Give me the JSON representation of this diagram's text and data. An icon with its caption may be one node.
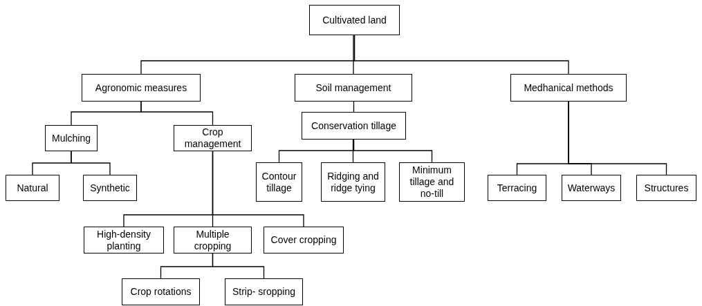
{
  "diagram": {
    "nodes": [
      {
        "text": [
          "Cultivated land"
        ]
      },
      {
        "text": [
          "Agronomic measures"
        ]
      },
      {
        "text": [
          "Soil management"
        ]
      },
      {
        "text": [
          "Medhanical methods"
        ]
      },
      {
        "text": [
          "Mulching"
        ]
      },
      {
        "text": [
          "Crop management"
        ]
      },
      {
        "text": [
          "Conservation tillage"
        ]
      },
      {
        "text": [
          "Natural"
        ]
      },
      {
        "text": [
          "Synthetic"
        ]
      },
      {
        "text": [
          "Contour tillage"
        ]
      },
      {
        "text": [
          "Ridging and ridge tying"
        ]
      },
      {
        "text": [
          "Minimum tillage and no-till"
        ]
      },
      {
        "text": [
          "Terracing"
        ]
      },
      {
        "text": [
          "Waterways"
        ]
      },
      {
        "text": [
          "Structures"
        ]
      },
      {
        "text": [
          "High-density planting"
        ]
      },
      {
        "text": [
          "Multiple cropping"
        ]
      },
      {
        "text": [
          "Cover cropping"
        ]
      },
      {
        "text": [
          "Crop rotations"
        ]
      },
      {
        "text": [
          "Strip- sropping"
        ]
      }
    ],
    "edges": [
      {
        "from": 0,
        "to": 1,
        "arrow": "none"
      },
      {
        "from": 0,
        "to": 2,
        "arrow": "none"
      },
      {
        "from": 0,
        "to": 3,
        "arrow": "none"
      },
      {
        "from": 1,
        "to": 4,
        "arrow": "none"
      },
      {
        "from": 1,
        "to": 5,
        "arrow": "none"
      },
      {
        "from": 2,
        "to": 6,
        "arrow": "none"
      },
      {
        "from": 4,
        "to": 7,
        "arrow": "none"
      },
      {
        "from": 4,
        "to": 8,
        "arrow": "none"
      },
      {
        "from": 6,
        "to": 9,
        "arrow": "none"
      },
      {
        "from": 6,
        "to": 10,
        "arrow": "none"
      },
      {
        "from": 6,
        "to": 11,
        "arrow": "none"
      },
      {
        "from": 3,
        "to": 12,
        "arrow": "none"
      },
      {
        "from": 3,
        "to": 13,
        "arrow": "none"
      },
      {
        "from": 3,
        "to": 14,
        "arrow": "none"
      },
      {
        "from": 5,
        "to": 15,
        "arrow": "none"
      },
      {
        "from": 5,
        "to": 16,
        "arrow": "none"
      },
      {
        "from": 5,
        "to": 17,
        "arrow": "none"
      },
      {
        "from": 16,
        "to": 18,
        "arrow": "none"
      },
      {
        "from": 16,
        "to": 19,
        "arrow": "none"
      }
    ]
  }
}
